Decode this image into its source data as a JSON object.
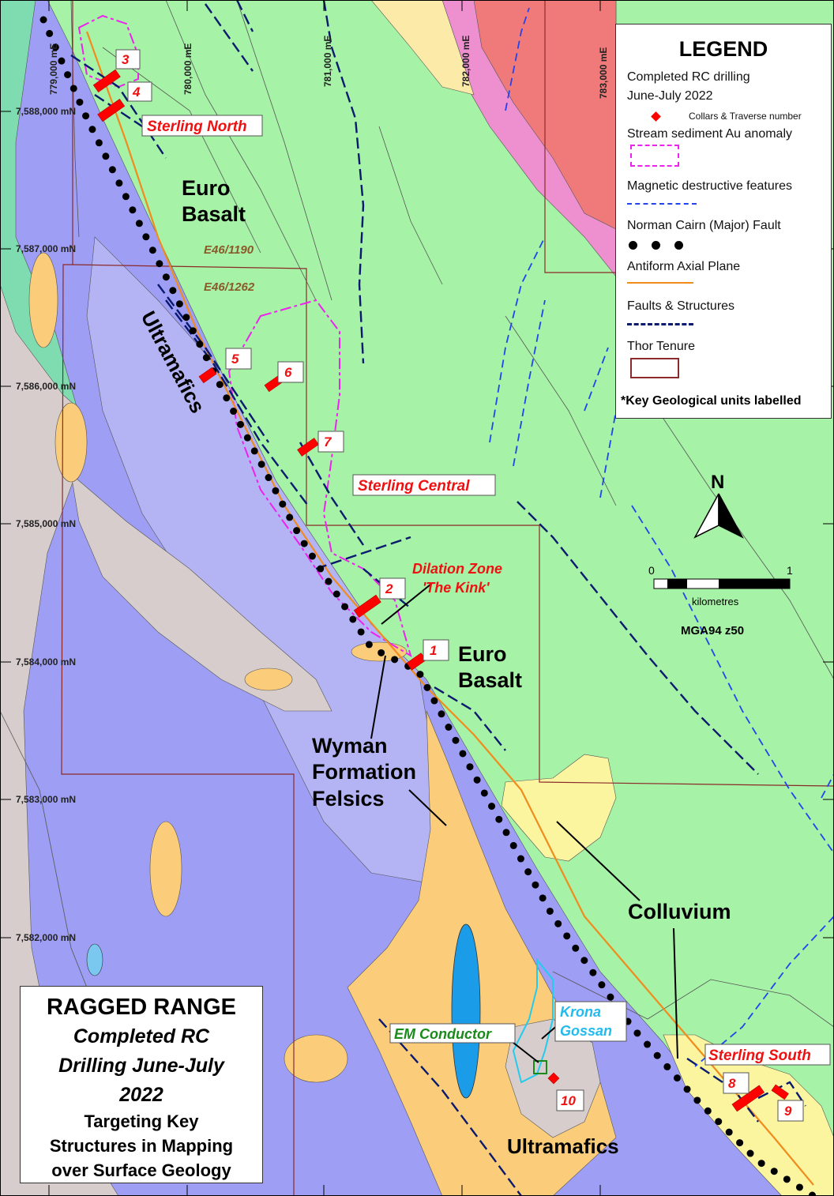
{
  "legend": {
    "title": "LEGEND",
    "completed_line1": "Completed RC drilling",
    "completed_line2": "June-July 2022",
    "collars": "Collars & Traverse number",
    "stream": "Stream sediment Au anomaly",
    "magnetic": "Magnetic destructive features",
    "fault_major": "Norman Cairn (Major) Fault",
    "antiform": "Antiform Axial Plane",
    "faults": "Faults & Structures",
    "tenure": "Thor Tenure",
    "key_note": "*Key Geological units labelled"
  },
  "title_box": {
    "line1": "RAGGED RANGE",
    "line2": "Completed RC",
    "line3": "Drilling June-July",
    "line4": "2022",
    "line5": "Targeting Key",
    "line6": "Structures in Mapping",
    "line7": "over Surface Geology"
  },
  "grid": {
    "eastings": [
      "779,000 mE",
      "780,000 mE",
      "781,000 mE",
      "782,000 mE",
      "783,000 mE"
    ],
    "northings": [
      "7,588,000 mN",
      "7,587,000 mN",
      "7,586,000 mN",
      "7,585,000 mN",
      "7,584,000 mN",
      "7,583,000 mN",
      "7,582,000 mN"
    ]
  },
  "places": {
    "sterling_north": "Sterling North",
    "sterling_central": "Sterling Central",
    "sterling_south": "Sterling South",
    "dilation1": "Dilation Zone",
    "dilation2": "'The Kink'",
    "em_conductor": "EM Conductor",
    "krona1": "Krona",
    "krona2": "Gossan"
  },
  "units": {
    "euro_basalt_1a": "Euro",
    "euro_basalt_1b": "Basalt",
    "euro_basalt_2a": "Euro",
    "euro_basalt_2b": "Basalt",
    "ultramafics_1": "Ultramafics",
    "ultramafics_2": "Ultramafics",
    "wyman1": "Wyman",
    "wyman2": "Formation",
    "wyman3": "Felsics",
    "colluvium": "Colluvium"
  },
  "tenements": {
    "t1": "E46/1190",
    "t2": "E46/1262"
  },
  "traverses": [
    "1",
    "2",
    "3",
    "4",
    "5",
    "6",
    "7",
    "8",
    "9",
    "10"
  ],
  "scale": {
    "zero": "0",
    "one": "1",
    "unit": "kilometres",
    "datum": "MGA94 z50"
  },
  "north": "N",
  "colors": {
    "euro_basalt": "#a6f2a6",
    "ultramafic": "#9e9ef5",
    "ultramafic_light": "#b4b4f4",
    "grey_unit": "#d8cdcd",
    "felsic": "#fbcd7a",
    "colluvium": "#fbf5a0",
    "pink_unit": "#ee8fd0",
    "red_unit": "#f07a7a",
    "teal_unit": "#7fdcb0",
    "drill_red": "#ff0000",
    "fault_blue": "#0a1a6e",
    "magnetic_blue": "#2244ee",
    "anomaly_magenta": "#ee22ee",
    "antiform_orange": "#f08c1e",
    "tenure_brown": "#8b2a2a",
    "label_red": "#ee1111"
  }
}
